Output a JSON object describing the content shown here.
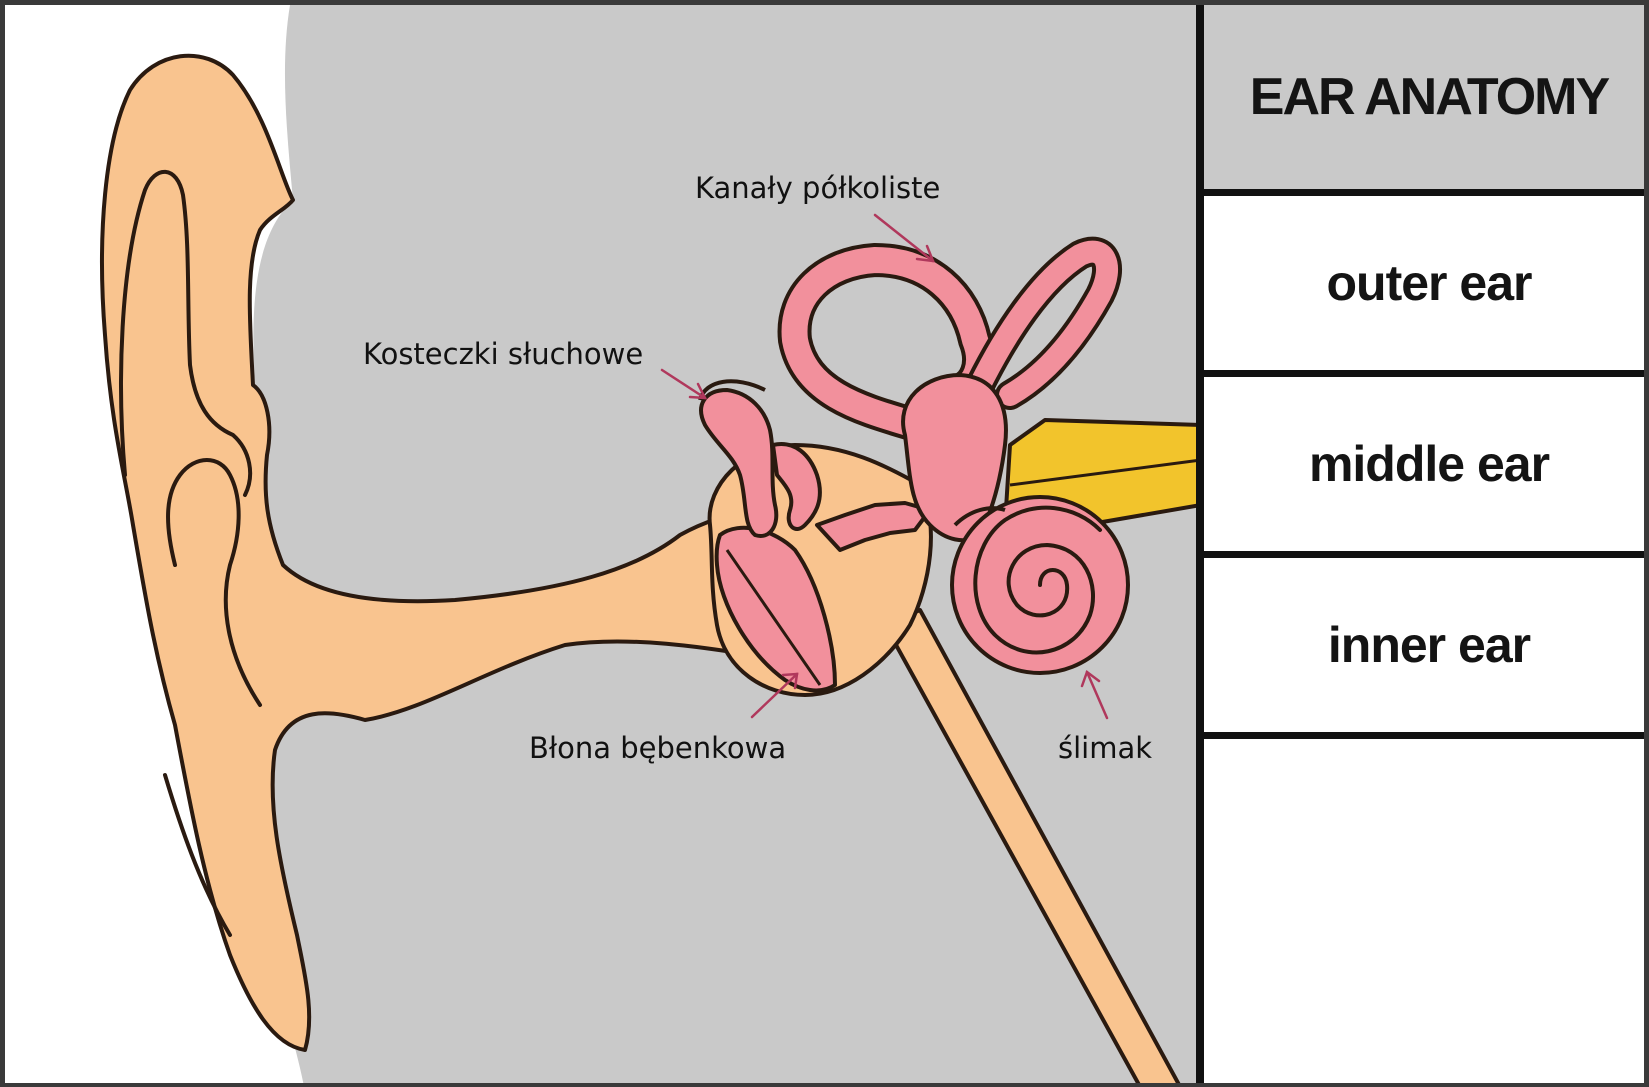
{
  "panel": {
    "title": "EAR ANATOMY",
    "menu_items": [
      {
        "label": "outer ear"
      },
      {
        "label": "middle ear"
      },
      {
        "label": "inner ear"
      }
    ]
  },
  "labels": {
    "semicircular_canals": "Kanały półkoliste",
    "ossicles": "Kosteczki słuchowe",
    "eardrum": "Błona bębenkowa",
    "cochlea": "ślimak"
  },
  "colors": {
    "skin": "#f9c48f",
    "inner_ear": "#f2909c",
    "nerve": "#f2c42c",
    "background_gray": "#c9c9c9",
    "arrow": "#b0385c",
    "outline": "#2a1a10"
  },
  "icons": [
    "ear-illustration",
    "label-arrow-icon"
  ]
}
